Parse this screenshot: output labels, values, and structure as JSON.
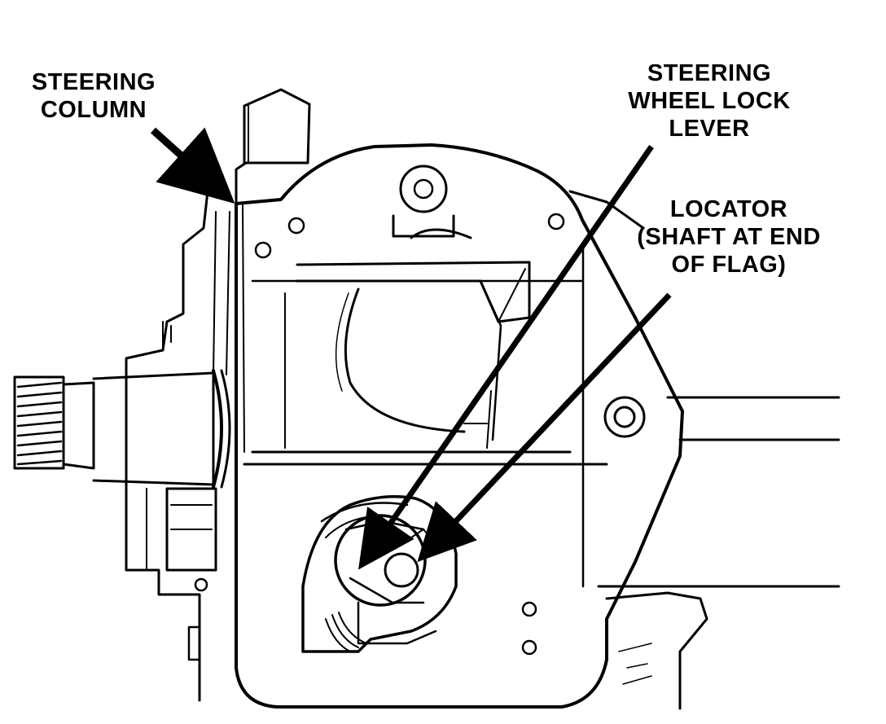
{
  "labels": {
    "steering_column": [
      "STEERING",
      "COLUMN"
    ],
    "lock_lever": [
      "STEERING",
      "WHEEL LOCK",
      "LEVER"
    ],
    "locator": [
      "LOCATOR",
      "(SHAFT AT END",
      "OF FLAG)"
    ]
  },
  "colors": {
    "ink": "#000000",
    "paper": "#ffffff"
  }
}
